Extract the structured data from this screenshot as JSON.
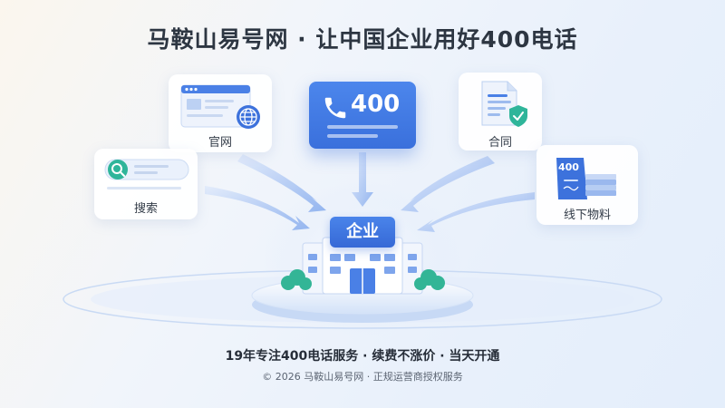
{
  "header": {
    "title": "马鞍山易号网 · 让中国企业用好400电话"
  },
  "cards": {
    "website": {
      "label": "官网",
      "icon": "browser-globe-icon"
    },
    "search": {
      "label": "搜索",
      "icon": "magnifier-search-icon"
    },
    "phone": {
      "number": "400",
      "icon": "phone-icon"
    },
    "contract": {
      "label": "合同",
      "icon": "document-shield-icon"
    },
    "print": {
      "label": "线下物料",
      "badge": "400",
      "icon": "print-material-icon"
    }
  },
  "center": {
    "sign": "企业",
    "icon": "office-building-icon"
  },
  "footer": {
    "tagline": "19年专注400电话服务 · 续费不涨价 · 当天开通",
    "copyright": "© 2026 马鞍山易号网 · 正规运营商授权服务"
  },
  "colors": {
    "primary": "#3a70dc",
    "accent_green": "#2db59a",
    "title": "#2d3642"
  }
}
